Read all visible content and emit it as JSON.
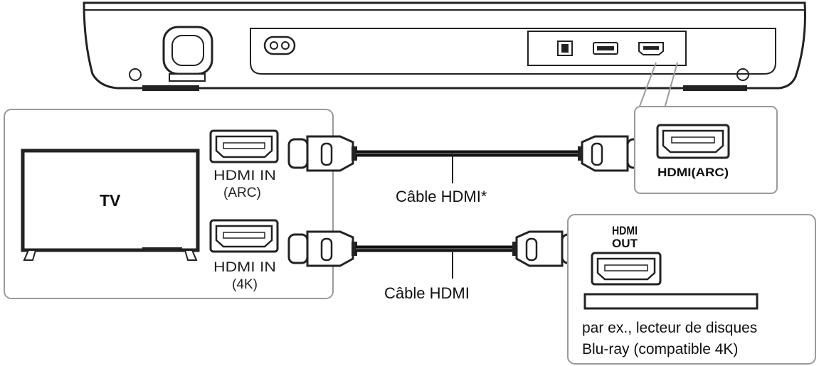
{
  "tv": {
    "label": "TV",
    "port_arc": {
      "line1": "HDMI IN",
      "line2": "(ARC)"
    },
    "port_4k": {
      "line1": "HDMI IN",
      "line2": "(4K)"
    }
  },
  "soundbar": {
    "port_label": "HDMI(ARC)"
  },
  "cables": {
    "top": "Câble HDMI*",
    "bottom": "Câble HDMI"
  },
  "player": {
    "port_line1": "HDMI",
    "port_line2": "OUT",
    "note_line1": "par ex., lecteur de disques",
    "note_line2": "Blu-ray (compatible 4K)"
  },
  "colors": {
    "outline": "#222222",
    "panel_border": "#9a9a9a",
    "cable": "#111111"
  }
}
